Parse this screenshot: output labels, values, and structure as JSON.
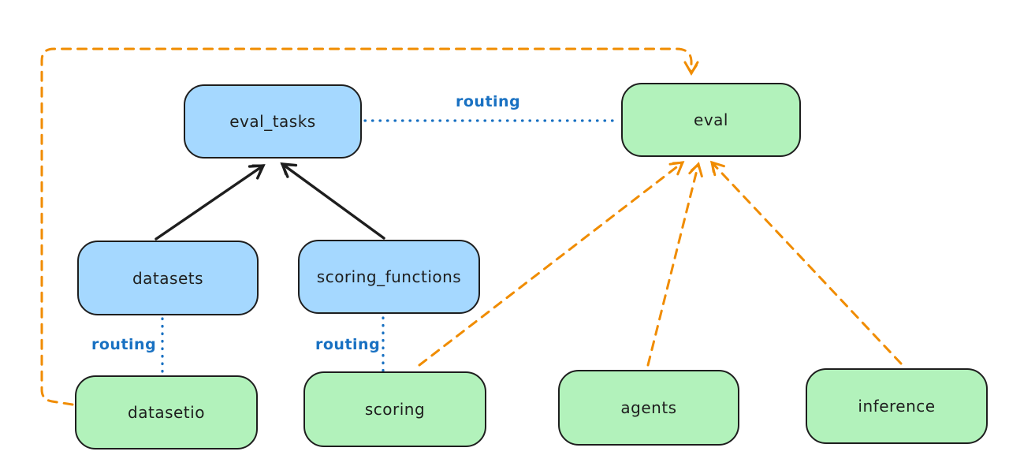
{
  "nodes": {
    "eval_tasks": {
      "label": "eval_tasks",
      "fill": "#a5d8ff"
    },
    "eval": {
      "label": "eval",
      "fill": "#b2f2bb"
    },
    "datasets": {
      "label": "datasets",
      "fill": "#a5d8ff"
    },
    "scoring_functions": {
      "label": "scoring_functions",
      "fill": "#a5d8ff"
    },
    "datasetio": {
      "label": "datasetio",
      "fill": "#b2f2bb"
    },
    "scoring": {
      "label": "scoring",
      "fill": "#b2f2bb"
    },
    "agents": {
      "label": "agents",
      "fill": "#b2f2bb"
    },
    "inference": {
      "label": "inference",
      "fill": "#b2f2bb"
    }
  },
  "edge_labels": {
    "eval_tasks_eval": "routing",
    "datasets_datasetio": "routing",
    "scoring_functions_scoring": "routing"
  },
  "edges": [
    {
      "from": "datasets",
      "to": "eval_tasks",
      "style": "solid",
      "color": "#1e1e1e"
    },
    {
      "from": "scoring_functions",
      "to": "eval_tasks",
      "style": "solid",
      "color": "#1e1e1e"
    },
    {
      "from": "eval_tasks",
      "to": "eval",
      "style": "dotted",
      "color": "#1971c2",
      "label": "routing"
    },
    {
      "from": "datasets",
      "to": "datasetio",
      "style": "dotted",
      "color": "#1971c2",
      "label": "routing"
    },
    {
      "from": "scoring_functions",
      "to": "scoring",
      "style": "dotted",
      "color": "#1971c2",
      "label": "routing"
    },
    {
      "from": "datasetio",
      "to": "eval",
      "style": "dashed",
      "color": "#f08c00"
    },
    {
      "from": "scoring",
      "to": "eval",
      "style": "dashed",
      "color": "#f08c00"
    },
    {
      "from": "agents",
      "to": "eval",
      "style": "dashed",
      "color": "#f08c00"
    },
    {
      "from": "inference",
      "to": "eval",
      "style": "dashed",
      "color": "#f08c00"
    }
  ],
  "colors": {
    "background": "#ffffff",
    "blue_fill": "#a5d8ff",
    "green_fill": "#b2f2bb",
    "stroke": "#1e1e1e",
    "routing_blue": "#1971c2",
    "orange": "#f08c00"
  }
}
